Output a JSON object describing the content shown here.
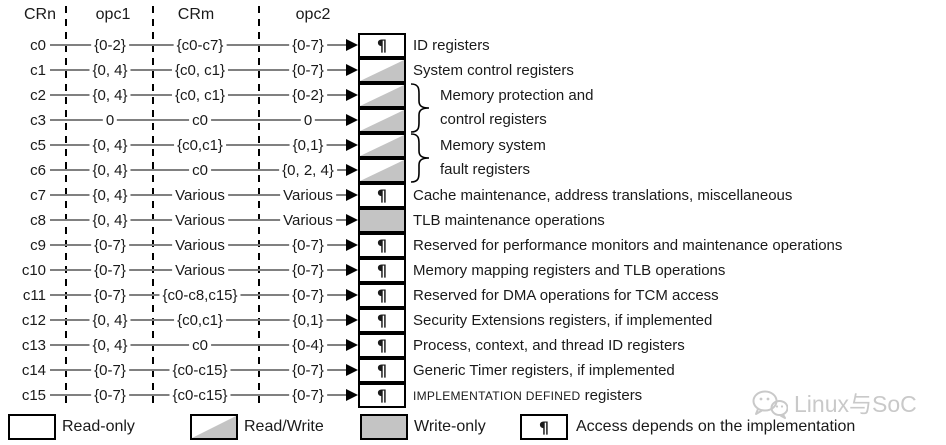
{
  "header": {
    "cols": [
      "CRn",
      "opc1",
      "CRm",
      "opc2"
    ]
  },
  "icons": {
    "pilcrow": "¶"
  },
  "rows": [
    {
      "crn": "c0",
      "opc1": "{0-2}",
      "crm": "{c0-c7}",
      "opc2": "{0-7}",
      "access": "depends",
      "desc": "ID registers"
    },
    {
      "crn": "c1",
      "opc1": "{0, 4}",
      "crm": "{c0, c1}",
      "opc2": "{0-7}",
      "access": "rw",
      "desc": "System control registers"
    },
    {
      "crn": "c2",
      "opc1": "{0, 4}",
      "crm": "{c0, c1}",
      "opc2": "{0-2}",
      "access": "rw",
      "desc": ""
    },
    {
      "crn": "c3",
      "opc1": "0",
      "crm": "c0",
      "opc2": "0",
      "access": "rw",
      "desc": ""
    },
    {
      "crn": "c5",
      "opc1": "{0, 4}",
      "crm": "{c0,c1}",
      "opc2": "{0,1}",
      "access": "rw",
      "desc": ""
    },
    {
      "crn": "c6",
      "opc1": "{0, 4}",
      "crm": "c0",
      "opc2": "{0, 2, 4}",
      "access": "rw",
      "desc": ""
    },
    {
      "crn": "c7",
      "opc1": "{0, 4}",
      "crm": "Various",
      "opc2": "Various",
      "access": "depends",
      "desc": "Cache maintenance, address translations, miscellaneous"
    },
    {
      "crn": "c8",
      "opc1": "{0, 4}",
      "crm": "Various",
      "opc2": "Various",
      "access": "wo",
      "desc": "TLB maintenance operations"
    },
    {
      "crn": "c9",
      "opc1": "{0-7}",
      "crm": "Various",
      "opc2": "{0-7}",
      "access": "depends",
      "desc": "Reserved for performance monitors and maintenance operations"
    },
    {
      "crn": "c10",
      "opc1": "{0-7}",
      "crm": "Various",
      "opc2": "{0-7}",
      "access": "depends",
      "desc": "Memory mapping registers and TLB operations"
    },
    {
      "crn": "c11",
      "opc1": "{0-7}",
      "crm": "{c0-c8,c15}",
      "opc2": "{0-7}",
      "access": "depends",
      "desc": "Reserved for DMA operations for TCM access"
    },
    {
      "crn": "c12",
      "opc1": "{0, 4}",
      "crm": "{c0,c1}",
      "opc2": "{0,1}",
      "access": "depends",
      "desc": "Security Extensions registers, if implemented"
    },
    {
      "crn": "c13",
      "opc1": "{0, 4}",
      "crm": "c0",
      "opc2": "{0-4}",
      "access": "depends",
      "desc": "Process, context, and thread ID registers"
    },
    {
      "crn": "c14",
      "opc1": "{0-7}",
      "crm": "{c0-c15}",
      "opc2": "{0-7}",
      "access": "depends",
      "desc": "Generic Timer registers, if implemented"
    },
    {
      "crn": "c15",
      "opc1": "{0-7}",
      "crm": "{c0-c15}",
      "opc2": "{0-7}",
      "access": "depends",
      "desc_caps": "IMPLEMENTATION DEFINED",
      "desc_tail": " registers"
    }
  ],
  "groups": [
    {
      "rows": "c2-c3",
      "line1": "Memory protection and",
      "line2": "control registers"
    },
    {
      "rows": "c5-c6",
      "line1": "Memory system",
      "line2": "fault registers"
    }
  ],
  "legend": {
    "items": [
      {
        "type": "ro",
        "label": "Read-only"
      },
      {
        "type": "rw",
        "label": "Read/Write"
      },
      {
        "type": "wo",
        "label": "Write-only"
      },
      {
        "type": "depends",
        "label": "Access depends on the implementation"
      }
    ]
  },
  "watermark": {
    "text": "Linux与SoC"
  },
  "colors": {
    "box_gray": "#c4c4c4",
    "line_gray": "#808080",
    "watermark_gray": "#c9c9c9"
  }
}
